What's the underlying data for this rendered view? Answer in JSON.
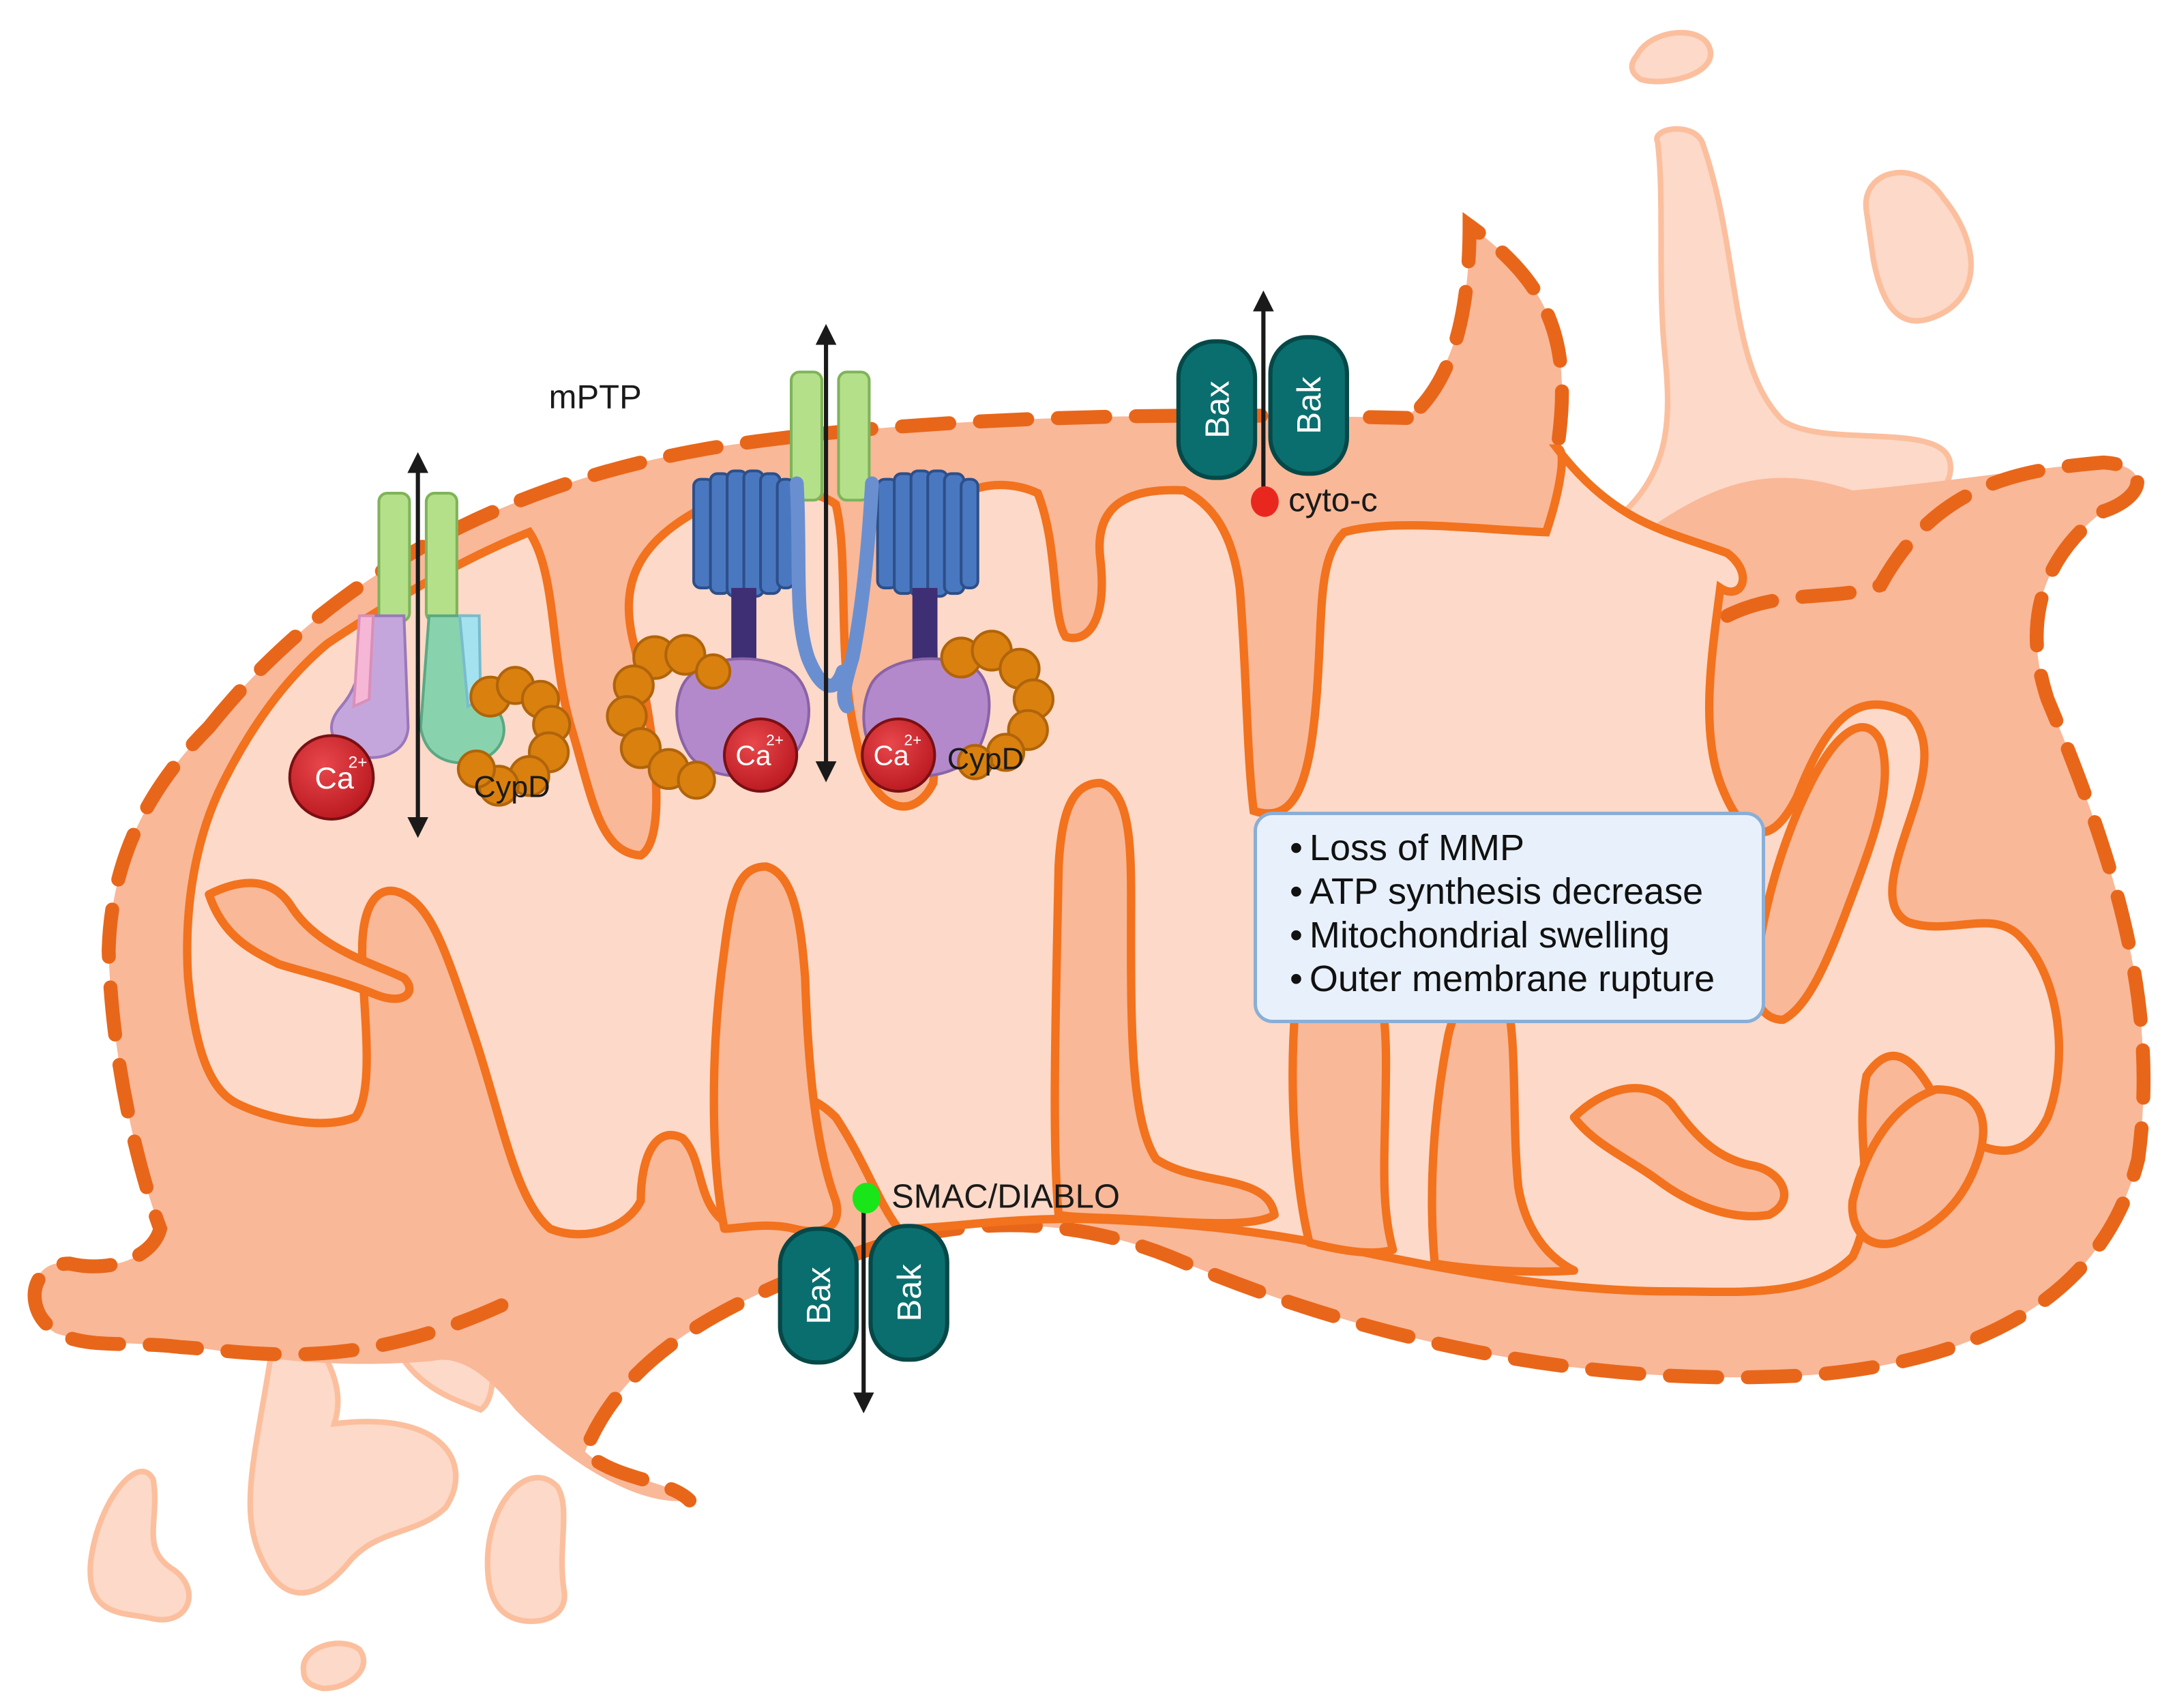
{
  "labels": {
    "mptp": "mPTP",
    "ca_ion": "Ca",
    "ca_charge": "2+",
    "cypd": "CypD",
    "bax": "Bax",
    "bak": "Bak",
    "cyto_c": "cyto-c",
    "smac": "SMAC/DIABLO"
  },
  "effects": [
    "Loss of MMP",
    "ATP synthesis decrease",
    "Mitochondrial swelling",
    "Outer membrane rupture"
  ],
  "colors": {
    "matrix": "#fcd5c0",
    "intermembrane": "#f9b898",
    "membrane": "#f2721e",
    "outer_membrane_dash": "#e8661a",
    "channel_green": "#b5e08a",
    "atp_synthase_blue": "#4a78c0",
    "atp_synthase_purple": "#b489cc",
    "cypd": "#d9800f",
    "calcium": "#d9262b",
    "bax_bak": "#0a6e6e",
    "cytochrome_c": "#e8281e",
    "smac": "#19e619"
  }
}
